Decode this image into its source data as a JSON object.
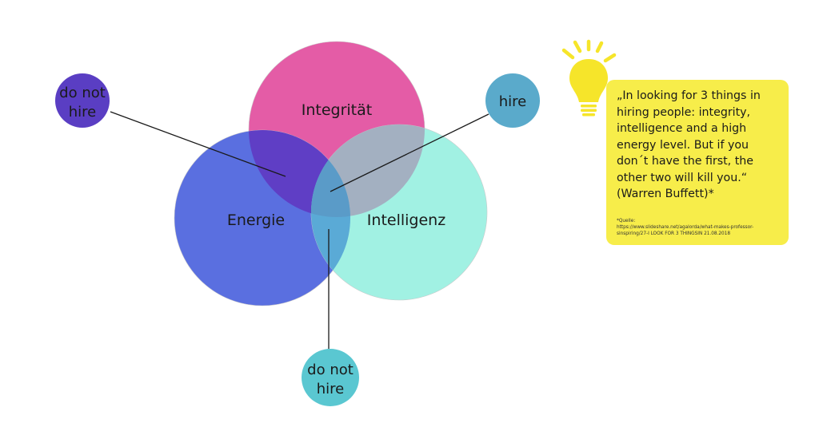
{
  "diagram": {
    "circles": [
      {
        "id": "integritaet",
        "label": "Integrität",
        "color": "#e45ca6"
      },
      {
        "id": "energie",
        "label": "Energie",
        "color": "#5a6fe0"
      },
      {
        "id": "intelligenz",
        "label": "Intelligenz",
        "color": "#a1f1e3"
      }
    ],
    "overlaps": {
      "integritaet_energie": "#5f3ec5",
      "integritaet_intelligenz": "#a3b0c1",
      "energie_intelligenz": "#5aaad6",
      "all_three": "#5a9bc8"
    },
    "callouts": [
      {
        "id": "top-left",
        "lines": [
          "do not",
          "hire"
        ],
        "color": "#5a3ec3"
      },
      {
        "id": "top-right",
        "lines": [
          "hire"
        ],
        "color": "#5aaacb"
      },
      {
        "id": "bottom",
        "lines": [
          "do not",
          "hire"
        ],
        "color": "#5ac7d1"
      }
    ]
  },
  "quote": {
    "text": "„In looking for 3 things in\nhiring people: integrity,\nintelligence and a high\nenergy level. But if you\ndon´t have the first, the\nother two will kill you.“\n(Warren Buffett)*",
    "source": "*Quelle:\nhttps://www.slideshare.net/agalorda/what-makes-professor-\nsinspiring/27-I LOOK FOR 3 THINGSIN 21.08.2018",
    "box_color": "#f7ed4a"
  },
  "lightbulb": {
    "icon": "lightbulb-icon",
    "color": "#f6e52a"
  }
}
